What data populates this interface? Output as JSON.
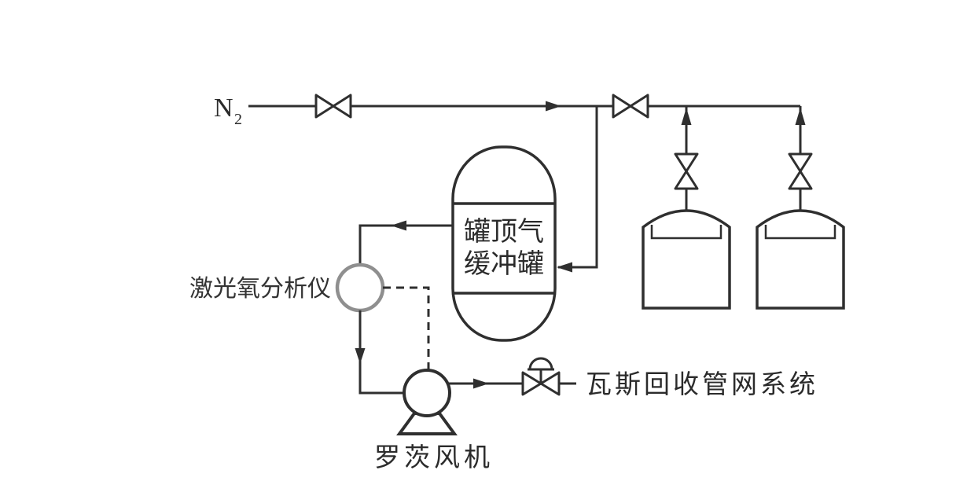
{
  "diagram": {
    "colors": {
      "line": "#2f2f2f",
      "analyzer_circle": "#8f8f8f",
      "background": "#ffffff",
      "text": "#2b2b2b"
    },
    "labels": {
      "n2_base": "N",
      "n2_sub": "2",
      "buffer_tank_line1": "罐顶气",
      "buffer_tank_line2": "缓冲罐",
      "analyzer": "激光氧分析仪",
      "blower": "罗茨风机",
      "recovery_system": "瓦斯回收管网系统"
    }
  }
}
